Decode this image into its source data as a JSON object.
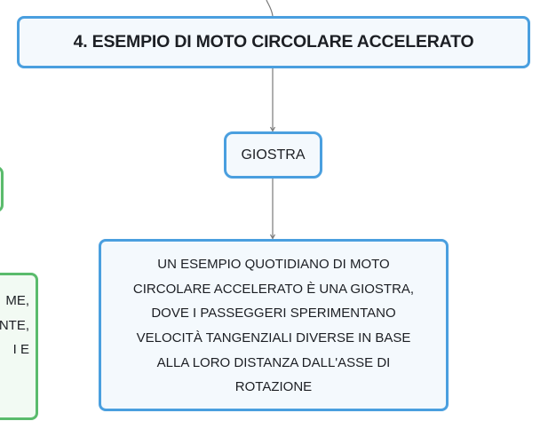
{
  "diagram": {
    "title_node": {
      "text": "4. ESEMPIO DI MOTO CIRCOLARE ACCELERATO"
    },
    "child_node": {
      "text": "GIOSTRA"
    },
    "description_node": {
      "lines": [
        "UN ESEMPIO QUOTIDIANO DI MOTO",
        "CIRCOLARE ACCELERATO È UNA GIOSTRA,",
        "DOVE I PASSEGGERI SPERIMENTANO",
        "VELOCITÀ TANGENZIALI DIVERSE IN BASE",
        "ALLA LORO DISTANZA DALL'ASSE DI",
        "ROTAZIONE"
      ]
    },
    "partial_side_node": {
      "fragments": [
        "ME,",
        "NTE,",
        "I E"
      ]
    }
  },
  "colors": {
    "main_node_border": "#4a9fdf",
    "main_node_fill": "#f4f9fd",
    "side_node_border": "#5abb6c",
    "connector": "#7a7a7a"
  }
}
